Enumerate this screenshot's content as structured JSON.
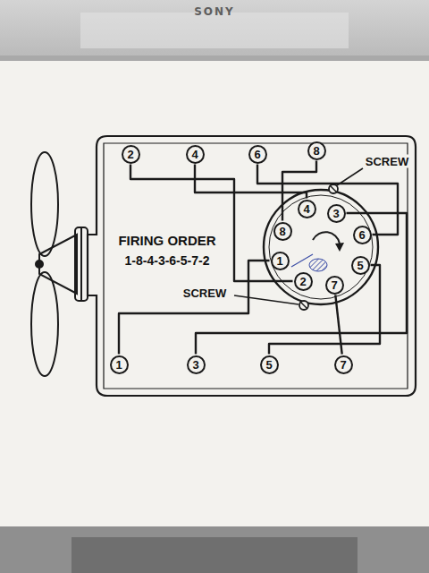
{
  "diagram": {
    "nodes": [
      {
        "text": [
          "2"
        ]
      },
      {
        "text": [
          "4"
        ]
      },
      {
        "text": [
          "6"
        ]
      },
      {
        "text": [
          "8"
        ]
      },
      {
        "text": [
          "4"
        ]
      },
      {
        "text": [
          "3"
        ]
      },
      {
        "text": [
          "8"
        ]
      },
      {
        "text": [
          "6"
        ]
      },
      {
        "text": [
          "1"
        ]
      },
      {
        "text": [
          "5"
        ]
      },
      {
        "text": [
          "2"
        ]
      },
      {
        "text": [
          "7"
        ]
      },
      {
        "text": [
          "1"
        ]
      },
      {
        "text": [
          "3"
        ]
      },
      {
        "text": [
          "5"
        ]
      },
      {
        "text": [
          "7"
        ]
      }
    ],
    "edges": [
      {
        "from": 0,
        "to": 10,
        "arrow": "none"
      },
      {
        "from": 1,
        "to": 4,
        "arrow": "none"
      },
      {
        "from": 2,
        "to": 7,
        "arrow": "none"
      },
      {
        "from": 3,
        "to": 6,
        "arrow": "none"
      },
      {
        "from": 12,
        "to": 8,
        "arrow": "none"
      },
      {
        "from": 13,
        "to": 5,
        "arrow": "none"
      },
      {
        "from": 14,
        "to": 9,
        "arrow": "none"
      },
      {
        "from": 15,
        "to": 11,
        "arrow": "none"
      }
    ],
    "labels": [
      "SONY",
      "FIRING ORDER",
      "1-8-4-3-6-5-7-2",
      "SCREW",
      "SCREW"
    ]
  }
}
